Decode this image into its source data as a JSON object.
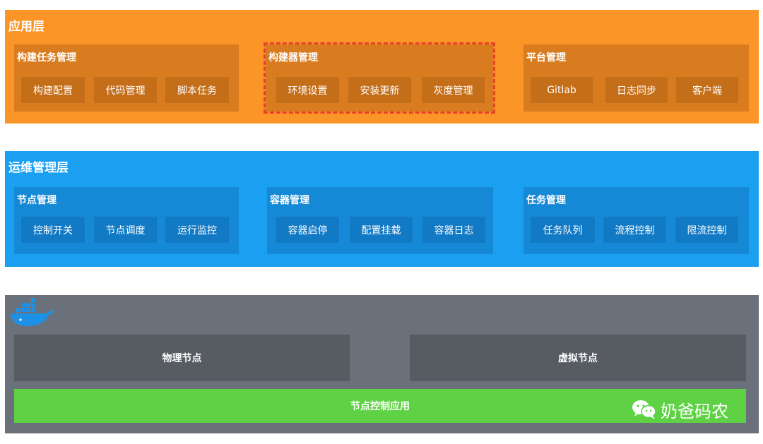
{
  "layers": [
    {
      "title": "应用层",
      "groups": [
        {
          "title": "构建任务管理",
          "items": [
            "构建配置",
            "代码管理",
            "脚本任务"
          ]
        },
        {
          "title": "构建器管理",
          "items": [
            "环境设置",
            "安装更新",
            "灰度管理"
          ],
          "highlighted": true
        },
        {
          "title": "平台管理",
          "items": [
            "Gitlab",
            "日志同步",
            "客户端"
          ]
        }
      ]
    },
    {
      "title": "运维管理层",
      "groups": [
        {
          "title": "节点管理",
          "items": [
            "控制开关",
            "节点调度",
            "运行监控"
          ]
        },
        {
          "title": "容器管理",
          "items": [
            "容器启停",
            "配置挂载",
            "容器日志"
          ]
        },
        {
          "title": "任务管理",
          "items": [
            "任务队列",
            "流程控制",
            "限流控制"
          ]
        }
      ]
    }
  ],
  "infra": {
    "logo_icon": "docker-whale-icon",
    "nodes": [
      "物理节点",
      "虚拟节点"
    ],
    "control": "节点控制应用"
  },
  "watermark": {
    "icon": "wechat-icon",
    "text": "奶爸码农"
  },
  "colors": {
    "app_layer": "#fb9527",
    "ops_layer": "#1b9ff0",
    "infra_layer": "#6b717b",
    "control_bar": "#5ed244",
    "highlight_border": "#e8402b"
  }
}
